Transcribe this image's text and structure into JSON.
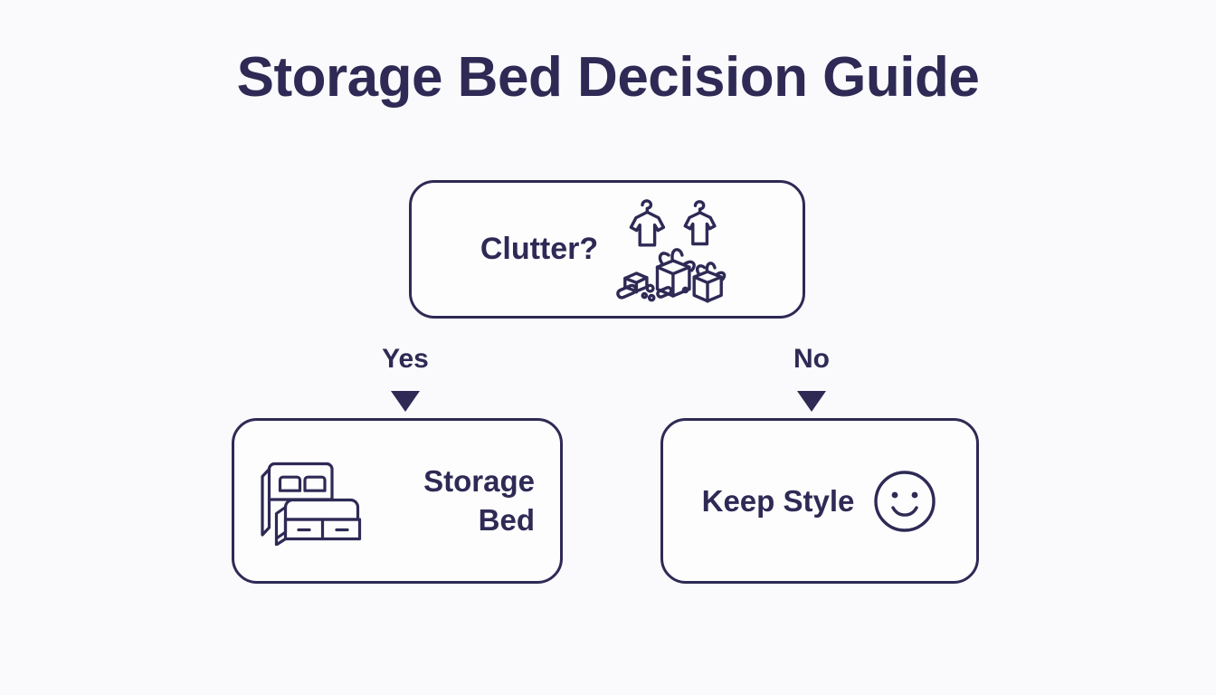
{
  "page": {
    "title": "Storage Bed Decision Guide",
    "background_color": "#faf9fc",
    "ink_color": "#2e2a55",
    "box_fill_color": "#fdfdfe"
  },
  "diagram": {
    "type": "decision-flowchart",
    "decision": {
      "label": "Clutter?",
      "icon": "clutter-icon"
    },
    "branches": [
      {
        "label": "Yes",
        "arrow": "arrow-down-icon",
        "target": "Storage Bed"
      },
      {
        "label": "No",
        "arrow": "arrow-down-icon",
        "target": "Keep Style"
      }
    ],
    "outcomes": [
      {
        "label": "Storage Bed",
        "line1": "Storage",
        "line2": "Bed",
        "icon": "storage-bed-icon"
      },
      {
        "label": "Keep Style",
        "line1": "Keep Style",
        "icon": "smiley-face-icon"
      }
    ]
  }
}
